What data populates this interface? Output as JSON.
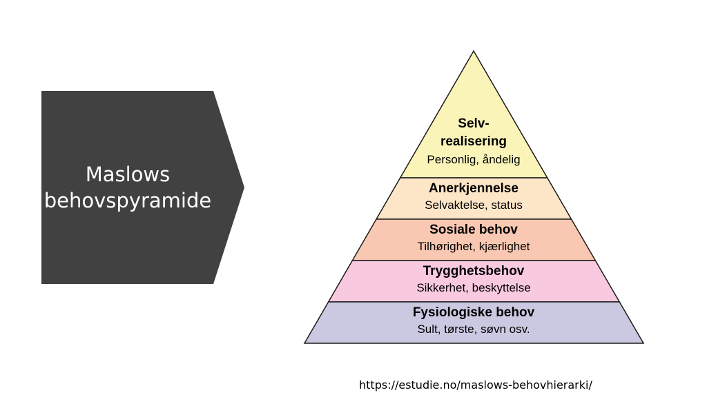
{
  "title": {
    "text": "Maslows\nbehovspyramide",
    "bg_color": "#414141",
    "text_color": "#ffffff"
  },
  "pyramid": {
    "levels": [
      {
        "name": "Selv-\nrealisering",
        "desc": "Personlig, åndelig",
        "color": "#fbf4b9"
      },
      {
        "name": "Anerkjennelse",
        "desc": "Selvaktelse, status",
        "color": "#fde5c7"
      },
      {
        "name": "Sosiale behov",
        "desc": "Tilhørighet, kjærlighet",
        "color": "#f9c8b2"
      },
      {
        "name": "Trygghetsbehov",
        "desc": "Sikkerhet, beskyttelse",
        "color": "#f9c9e0"
      },
      {
        "name": "Fysiologiske behov",
        "desc": "Sult, tørste, søvn osv.",
        "color": "#cbc8e2"
      }
    ]
  },
  "source": "https://estudie.no/maslows-behovhierarki/"
}
